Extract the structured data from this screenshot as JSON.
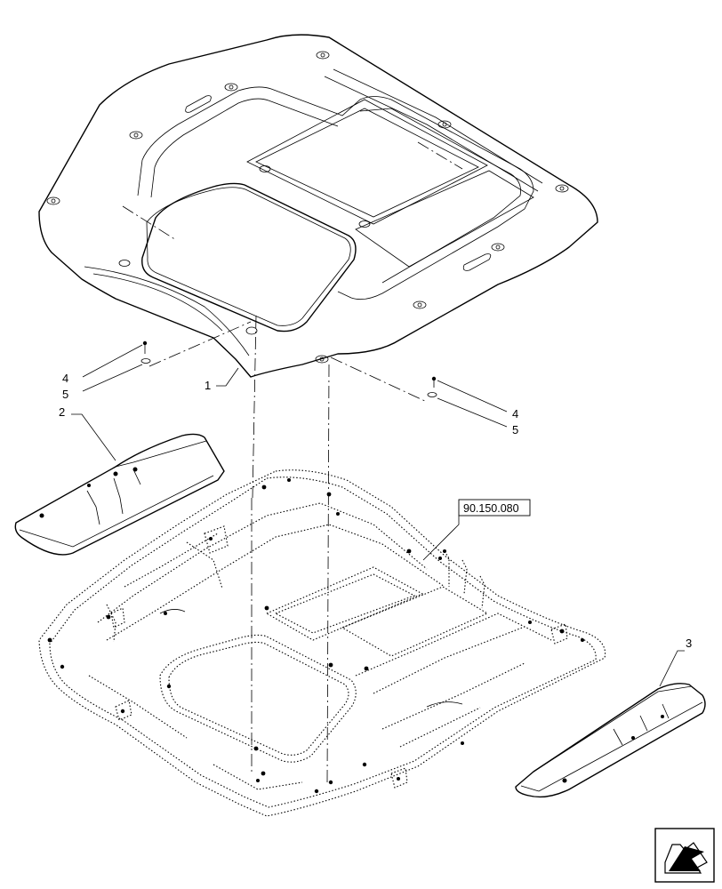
{
  "diagram": {
    "callouts": [
      {
        "id": "c1",
        "label": "1"
      },
      {
        "id": "c2",
        "label": "2"
      },
      {
        "id": "c3",
        "label": "3"
      },
      {
        "id": "c4a",
        "label": "4"
      },
      {
        "id": "c5a",
        "label": "5"
      },
      {
        "id": "c4b",
        "label": "4"
      },
      {
        "id": "c5b",
        "label": "5"
      }
    ],
    "reference": "90.150.080",
    "nav_icon": "next-page-arrow-icon"
  }
}
